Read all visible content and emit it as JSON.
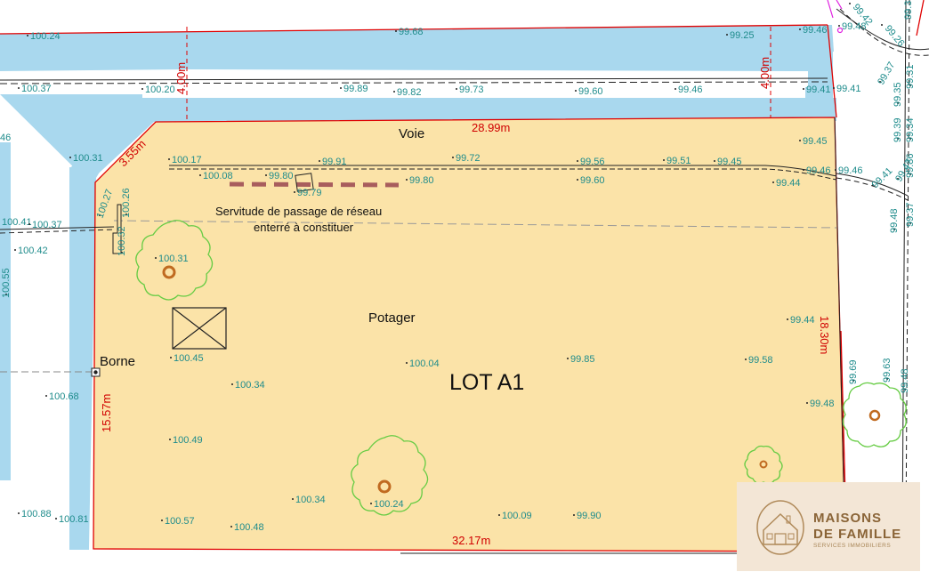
{
  "plan": {
    "lot_title": "LOT A1",
    "labels": {
      "voie": "Voie",
      "potager": "Potager",
      "borne": "Borne",
      "servitude_line1": "Servitude de passage de réseau",
      "servitude_line2": "enterré à constituer"
    },
    "dimensions": {
      "top": "28.99m",
      "bottom": "32.17m",
      "left": "15.57m",
      "right": "18.30m",
      "corner": "3.55m",
      "width_left": "4.00m",
      "width_right": "4.00m"
    },
    "elevations": {
      "e01": "100.24",
      "e02": "99.68",
      "e03": "99.25",
      "e04": "99.46",
      "e05": "99.48",
      "e06": "99.42",
      "e07": "99.26",
      "e08": "100.37",
      "e09": "100.20",
      "e10": "99.89",
      "e11": "99.82",
      "e12": "99.73",
      "e13": "99.60",
      "e14": "99.46",
      "e15": "99.41",
      "e16": "99.41",
      "e17": "99.37",
      "e18": "99.39",
      "e19": "99.35",
      "e20": "99.31",
      "e21": "99.39",
      "e22": "99.34",
      "e23": "99.45",
      "e24": "100.31",
      "e25": "100.17",
      "e26": "99.91",
      "e27": "99.72",
      "e28": "99.56",
      "e29": "99.51",
      "e30": "99.45",
      "e31": "100.08",
      "e32": "99.80",
      "e33": "99.79",
      "e34": "99.80",
      "e35": "99.60",
      "e36": "99.46",
      "e37": "99.46",
      "e38": "99.44",
      "e39": "99.41",
      "e40": "99.36",
      "e41": "99.47",
      "e42": "100.27",
      "e43": "100.26",
      "e44": "100.41",
      "e45": "100.37",
      "e46": "100.32",
      "e47": "99.48",
      "e48": "99.37",
      "e49": "100.42",
      "e50": "100.31",
      "e51": "100.55",
      "e52": "99.44",
      "e53": "100.45",
      "e54": "100.04",
      "e55": "99.85",
      "e56": "99.58",
      "e57": "99.69",
      "e58": "99.63",
      "e59": "99.48",
      "e60": "100.68",
      "e61": "100.34",
      "e62": "99.48",
      "e63": "100.49",
      "e64": "100.34",
      "e65": "100.24",
      "e66": "100.88",
      "e67": "100.81",
      "e68": "100.57",
      "e69": "100.48",
      "e70": "100.09",
      "e71": "99.90",
      "e72": "46"
    }
  },
  "logo": {
    "line1": "MAISONS",
    "line2": "DE FAMILLE",
    "line3": "SERVICES IMMOBILIERS"
  },
  "colors": {
    "lot_fill": "#fbe3a8",
    "road_blue": "#a9d8ee",
    "boundary_red": "#e00000",
    "tree_green": "#66cc44",
    "tree_trunk": "#c06a20",
    "elevation_text": "#1f8c8c",
    "easement": "#a85d5d",
    "logo_bg": "#f3e6d6",
    "logo_text": "#8a6437"
  }
}
